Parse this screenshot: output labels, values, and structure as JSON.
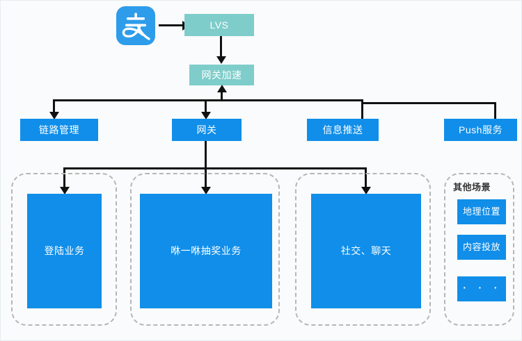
{
  "diagram": {
    "background": "#fafbfc",
    "colors": {
      "teal": "#7ecdcb",
      "blue": "#108ee9",
      "logo_blue": "#2d9cea",
      "connector": "#111111",
      "dashed_border": "#b6b6b6",
      "group_title": "#333333"
    },
    "logo": {
      "name": "alipay-logo",
      "glyph": "支"
    },
    "tier_network": [
      {
        "id": "lvs",
        "label": "LVS",
        "style": "teal"
      },
      {
        "id": "gateway-accel",
        "label": "网关加速",
        "style": "teal"
      }
    ],
    "tier_services": [
      {
        "id": "link-management",
        "label": "链路管理",
        "style": "blue",
        "arrowhead": true
      },
      {
        "id": "gateway",
        "label": "网关",
        "style": "blue",
        "arrowhead": true
      },
      {
        "id": "message-push",
        "label": "信息推送",
        "style": "blue",
        "arrowhead": false
      },
      {
        "id": "push-service",
        "label": "Push服务",
        "style": "blue",
        "arrowhead": false
      }
    ],
    "tier_business": [
      {
        "id": "login-business",
        "label": "登陆业务",
        "style": "blue"
      },
      {
        "id": "lottery-business",
        "label": "咻一咻抽奖业务",
        "style": "blue"
      },
      {
        "id": "social-chat",
        "label": "社交、聊天",
        "style": "blue"
      }
    ],
    "other_scenarios": {
      "title": "其他场景",
      "items": [
        {
          "id": "geo-location",
          "label": "地理位置"
        },
        {
          "id": "content-delivery",
          "label": "内容投放"
        },
        {
          "id": "more-ellipsis",
          "label": "· · ·"
        }
      ]
    }
  }
}
